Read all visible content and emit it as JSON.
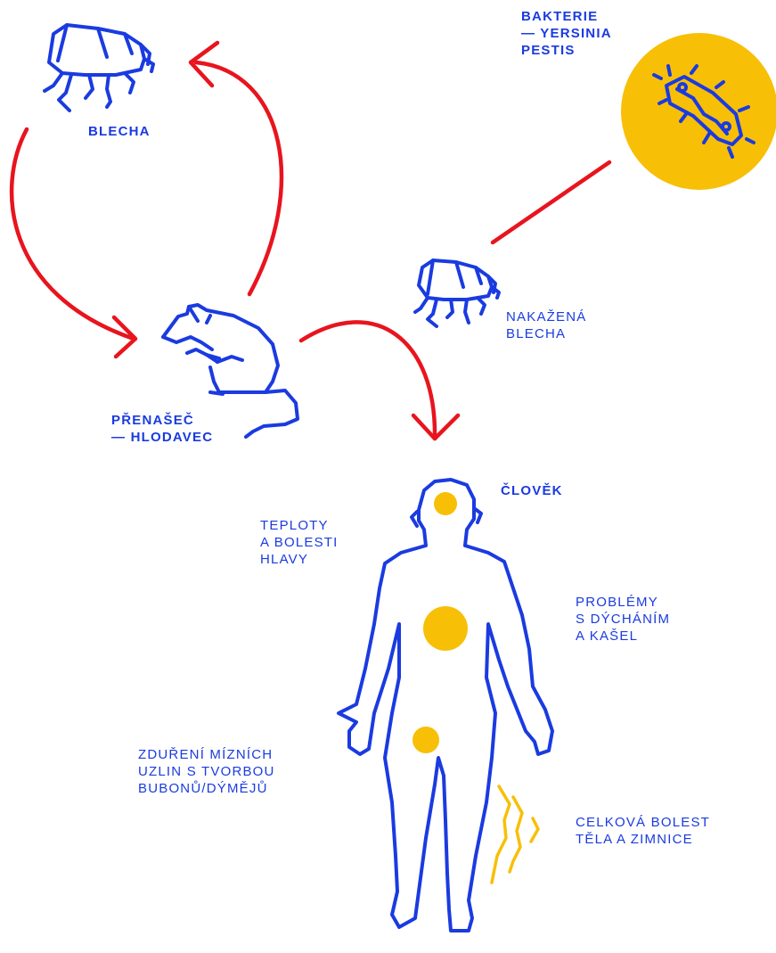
{
  "colors": {
    "blue": "#1a3be0",
    "red": "#e8141e",
    "yellow": "#f8bf07",
    "background": "#ffffff"
  },
  "labels": {
    "flea": [
      "BLECHA"
    ],
    "bacteria": [
      "BAKTERIE",
      "— YERSINIA",
      "PESTIS"
    ],
    "infected_flea": [
      "NAKAŽENÁ",
      "BLECHA"
    ],
    "carrier": [
      "PŘENAŠEČ",
      "— HLODAVEC"
    ],
    "human": [
      "ČLOVĚK"
    ],
    "fever": [
      "TEPLOTY",
      "A BOLESTI",
      "HLAVY"
    ],
    "breathing": [
      "PROBLÉMY",
      "S DÝCHÁNÍM",
      "A KAŠEL"
    ],
    "lymph": [
      "ZDUŘENÍ MÍZNÍCH",
      "UZLIN S TVORBOU",
      "BUBONŮ/DÝMĚJŮ"
    ],
    "pain": [
      "CELKOVÁ BOLEST",
      "TĚLA A ZIMNICE"
    ]
  },
  "icons": [
    "flea-icon",
    "bacterium-icon",
    "infected-flea-icon",
    "rodent-icon",
    "human-body-icon"
  ]
}
